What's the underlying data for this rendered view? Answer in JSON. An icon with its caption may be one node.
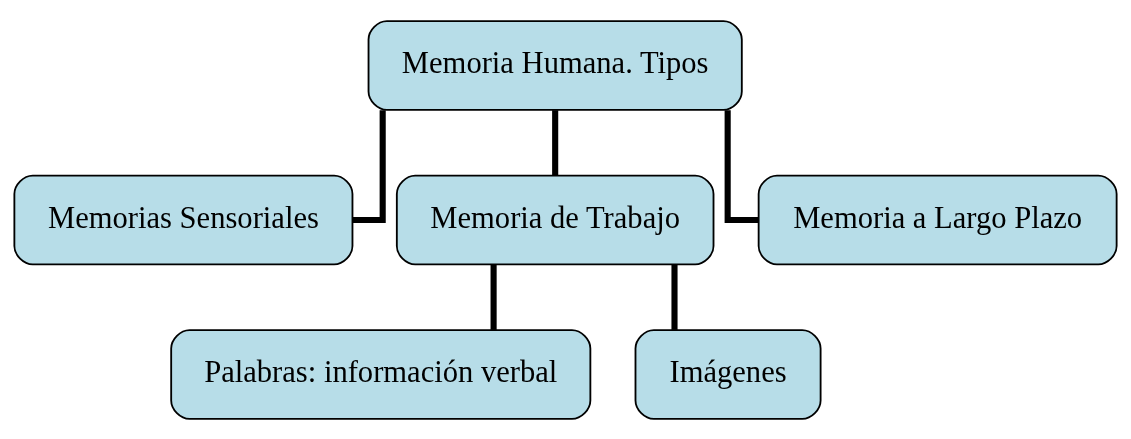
{
  "diagram": {
    "nodes": [
      {
        "text": [
          "Memoria Humana. Tipos"
        ]
      },
      {
        "text": [
          "Memorias Sensoriales"
        ]
      },
      {
        "text": [
          "Memoria de Trabajo"
        ]
      },
      {
        "text": [
          "Memoria a Largo Plazo"
        ]
      },
      {
        "text": [
          "Palabras: información verbal"
        ]
      },
      {
        "text": [
          "Imágenes"
        ]
      }
    ],
    "edges": [
      {
        "from": 0,
        "to": 1,
        "arrow": "none"
      },
      {
        "from": 0,
        "to": 2,
        "arrow": "none"
      },
      {
        "from": 0,
        "to": 3,
        "arrow": "none"
      },
      {
        "from": 2,
        "to": 4,
        "arrow": "none"
      },
      {
        "from": 2,
        "to": 5,
        "arrow": "none"
      }
    ]
  }
}
